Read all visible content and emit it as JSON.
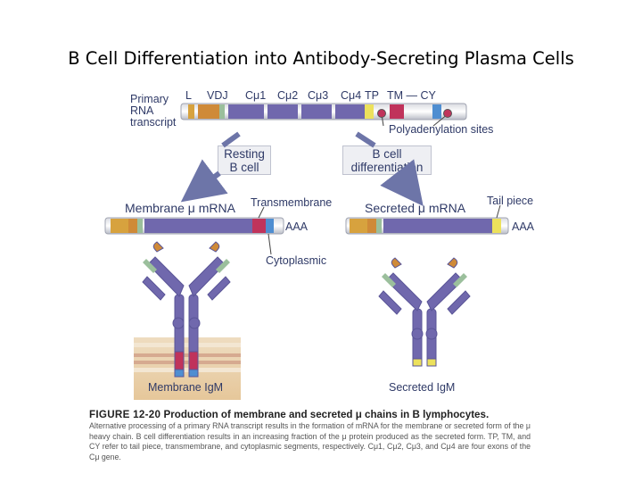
{
  "title": "B Cell Differentiation into Antibody-Secreting Plasma Cells",
  "transcript": {
    "label_lines": [
      "Primary",
      "RNA",
      "transcript"
    ],
    "segments": {
      "L": "L",
      "VDJ": "VDJ",
      "C1": "Cμ1",
      "C2": "Cμ2",
      "C3": "Cμ3",
      "C4": "Cμ4",
      "TP": "TP",
      "TM_CY": "TM — CY"
    },
    "polyadenylation": "Polyadenylation sites"
  },
  "paths": {
    "resting": [
      "Resting",
      "B cell"
    ],
    "differentiation": [
      "B cell",
      "differentiation"
    ]
  },
  "membrane_mrna": {
    "label": "Membrane μ mRNA",
    "transmembrane": "Transmembrane",
    "polya": "AAA",
    "cytoplasmic": "Cytoplasmic"
  },
  "secreted_mrna": {
    "label": "Secreted μ mRNA",
    "tail_piece": "Tail piece",
    "polya": "AAA"
  },
  "antibodies": {
    "membrane": "Membrane IgM",
    "secreted": "Secreted IgM"
  },
  "caption": {
    "figure": "FIGURE 12-20",
    "title": "Production of membrane and secreted μ chains in B lymphocytes.",
    "body": "Alternative processing of a primary RNA transcript results in the formation of mRNA for the membrane or secreted form of the μ heavy chain. B cell differentiation results in an increasing fraction of the μ protein produced as the secreted form. TP, TM, and CY refer to tail piece, transmembrane, and cytoplasmic segments, respectively. Cμ1, Cμ2, Cμ3, and Cμ4 are four exons of the Cμ gene."
  },
  "colors": {
    "leader": "#d7a23e",
    "vdj": "#cf8a38",
    "constant": "#7068ad",
    "tail_piece": "#ece15c",
    "transmembrane": "#c0335b",
    "cytoplasmic": "#4f8ed1",
    "label_text": "#2f3a67",
    "arrow": "#6d75a8"
  }
}
